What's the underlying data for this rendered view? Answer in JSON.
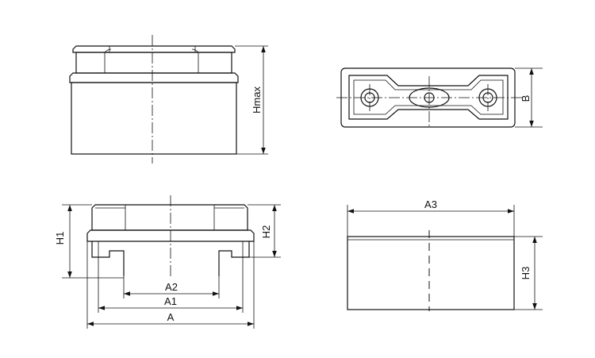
{
  "labels": {
    "hmax": "Hmax",
    "b": "B",
    "h1": "H1",
    "h2": "H2",
    "a2": "A2",
    "a1": "A1",
    "a": "A",
    "a3": "A3",
    "h3": "H3"
  }
}
